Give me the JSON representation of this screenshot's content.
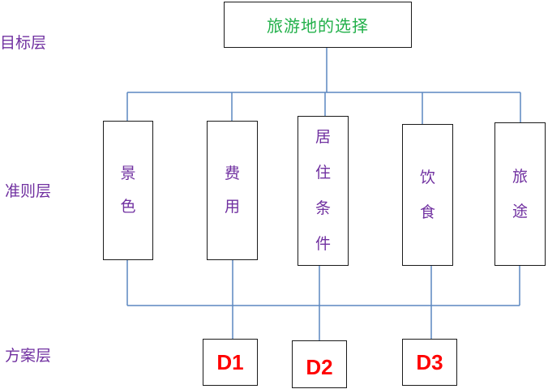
{
  "layers": {
    "goal": "目标层",
    "criteria": "准则层",
    "alternatives": "方案层"
  },
  "goal": {
    "label": "旅游地的选择"
  },
  "criteria": [
    {
      "label": "景色"
    },
    {
      "label": "费用"
    },
    {
      "label": "居住条件"
    },
    {
      "label": "饮食"
    },
    {
      "label": "旅途"
    }
  ],
  "alternatives": [
    {
      "label": "D1"
    },
    {
      "label": "D2"
    },
    {
      "label": "D3"
    }
  ],
  "colors": {
    "layer_label": "#7030a0",
    "goal_text": "#22b04a",
    "criteria_text": "#7030a0",
    "alternative_text": "#ff0000",
    "connector": "#4f81bd",
    "box_border": "#1a1a1a"
  }
}
